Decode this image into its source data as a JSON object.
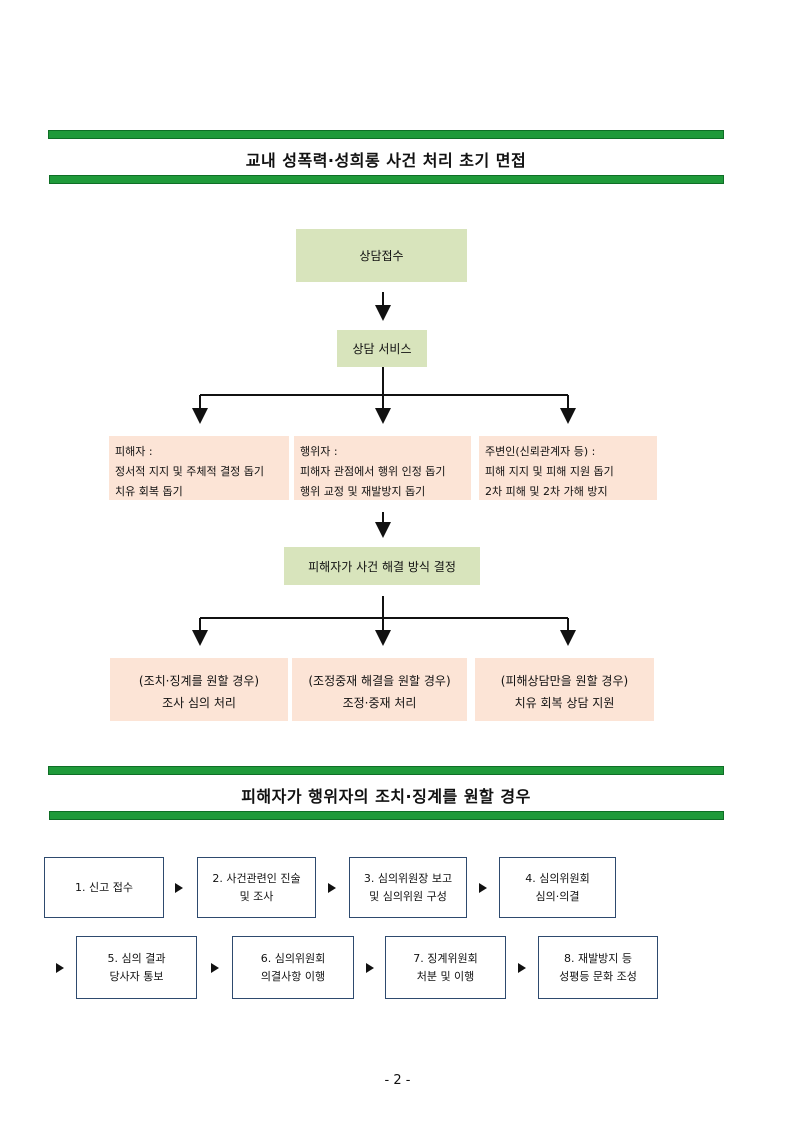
{
  "section1": {
    "title": "교내 성폭력·성희롱 사건 처리 초기 면접",
    "intake": "상담접수",
    "service": "상담 서비스",
    "roles": [
      {
        "lines": [
          "피해자 :",
          "정서적 지지 및 주체적 결정 돕기",
          "치유 회복 돕기"
        ]
      },
      {
        "lines": [
          "행위자 :",
          "피해자 관점에서 행위 인정 돕기",
          "행위 교정 및 재발방지 돕기"
        ]
      },
      {
        "lines": [
          "주변인(신뢰관계자 등) :",
          "피해 지지 및 피해 지원 돕기",
          "2차 피해 및 2차 가해 방지"
        ]
      }
    ],
    "decision": "피해자가 사건 해결 방식 결정",
    "cases": [
      {
        "condition": "(조치·징계를 원할 경우)",
        "action": "조사 심의 처리"
      },
      {
        "condition": "(조정중재 해결을 원할 경우)",
        "action": "조정·중재 처리"
      },
      {
        "condition": "(피해상담만을 원할 경우)",
        "action": "치유 회복 상담 지원"
      }
    ]
  },
  "section2": {
    "title": "피해자가 행위자의 조치·징계를 원할 경우",
    "steps": [
      {
        "line1": "1. 신고 접수",
        "line2": ""
      },
      {
        "line1": "2. 사건관련인 진술",
        "line2": "및 조사"
      },
      {
        "line1": "3. 심의위원장 보고",
        "line2": "및 심의위원 구성"
      },
      {
        "line1": "4. 심의위원회",
        "line2": "심의·의결"
      },
      {
        "line1": "5. 심의 결과",
        "line2": "당사자 통보"
      },
      {
        "line1": "6. 심의위원회",
        "line2": "의결사항 이행"
      },
      {
        "line1": "7. 징계위원회",
        "line2": "처분 및 이행"
      },
      {
        "line1": "8. 재발방지 등",
        "line2": "성평등 문화 조성"
      }
    ]
  },
  "footer": {
    "page_number": "- 2 -"
  }
}
